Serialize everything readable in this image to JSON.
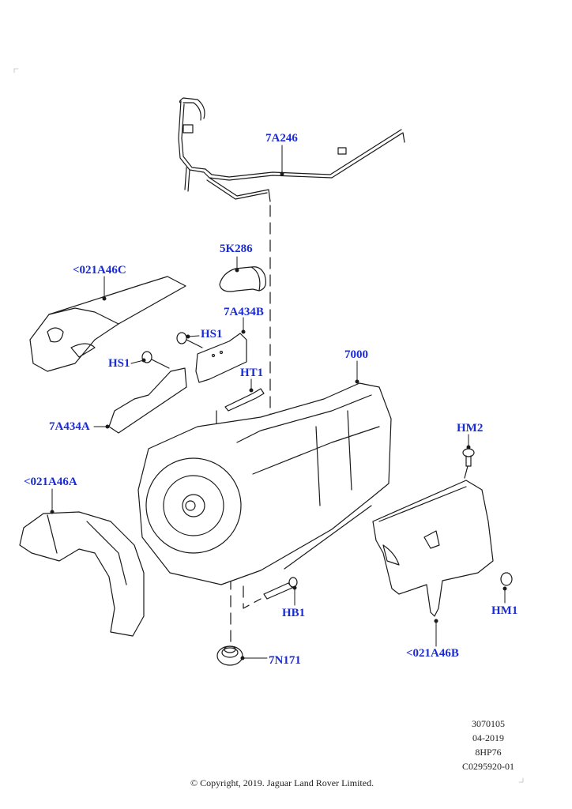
{
  "diagram": {
    "title": "8HP76 Transmission Exploded Parts View",
    "callouts": [
      {
        "id": "7A246",
        "label": "7A246",
        "part": "transmission-cooler-tube"
      },
      {
        "id": "5K286",
        "label": "5K286",
        "part": "heat-shield-small"
      },
      {
        "id": "021A46C",
        "label": "<021A46C",
        "part": "heat-shield-upper"
      },
      {
        "id": "7A434B",
        "label": "7A434B",
        "part": "heat-shield-bracket-b"
      },
      {
        "id": "HS1a",
        "label": "HS1",
        "part": "screw-hs1"
      },
      {
        "id": "HS1b",
        "label": "HS1",
        "part": "screw-hs1"
      },
      {
        "id": "HT1",
        "label": "HT1",
        "part": "stud-bolt"
      },
      {
        "id": "7000",
        "label": "7000",
        "part": "transmission-assembly"
      },
      {
        "id": "7A434A",
        "label": "7A434A",
        "part": "heat-shield-bracket-a"
      },
      {
        "id": "HM2",
        "label": "HM2",
        "part": "push-clip"
      },
      {
        "id": "021A46A",
        "label": "<021A46A",
        "part": "heat-shield-bellhousing"
      },
      {
        "id": "HM1",
        "label": "HM1",
        "part": "clip"
      },
      {
        "id": "HB1",
        "label": "HB1",
        "part": "bolt"
      },
      {
        "id": "021A46B",
        "label": "<021A46B",
        "part": "heat-shield-side"
      },
      {
        "id": "7N171",
        "label": "7N171",
        "part": "drain-plug"
      }
    ]
  },
  "info": {
    "code": "3070105",
    "date": "04-2019",
    "model": "8HP76",
    "ref": "C0295920-01"
  },
  "footer": {
    "copyright": "© Copyright, 2019. Jaguar Land Rover Limited."
  },
  "colors": {
    "callout": "#1a2bd6",
    "line": "#1a1a1a"
  }
}
